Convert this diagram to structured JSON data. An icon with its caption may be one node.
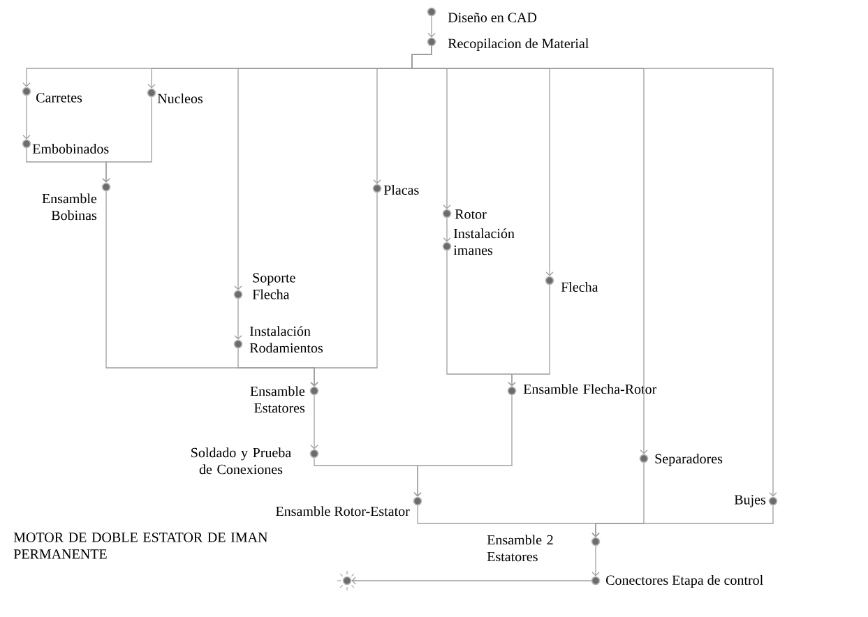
{
  "diagram": {
    "nodes": [
      {
        "text": [
          "Diseño en CAD"
        ]
      },
      {
        "text": [
          "Recopilacion de Material"
        ]
      },
      {
        "text": [
          "Carretes"
        ]
      },
      {
        "text": [
          "Nucleos"
        ]
      },
      {
        "text": [
          "Embobinados"
        ]
      },
      {
        "text": [
          "Ensamble Bobinas"
        ]
      },
      {
        "text": [
          "Placas"
        ]
      },
      {
        "text": [
          "Rotor"
        ]
      },
      {
        "text": [
          "Soporte Flecha"
        ]
      },
      {
        "text": [
          "Instalación imanes"
        ]
      },
      {
        "text": [
          "Flecha"
        ]
      },
      {
        "text": [
          "Instalación Rodamientos"
        ]
      },
      {
        "text": [
          "Ensamble Estatores"
        ]
      },
      {
        "text": [
          "Ensamble Flecha-Rotor"
        ]
      },
      {
        "text": [
          "Soldado y Prueba de Conexiones"
        ]
      },
      {
        "text": [
          "Separadores"
        ]
      },
      {
        "text": [
          "Ensamble Rotor-Estator"
        ]
      },
      {
        "text": [
          "Bujes"
        ]
      },
      {
        "text": [
          "Ensamble 2 Estatores"
        ]
      },
      {
        "text": [
          "Conectores Etapa de control"
        ]
      },
      {
        "text": [
          "MOTOR DE DOBLE ESTATOR DE IMAN PERMANENTE"
        ]
      }
    ],
    "edges": [
      {
        "from": 0,
        "to": 1,
        "arrow": "to"
      },
      {
        "from": 1,
        "to": 2,
        "arrow": "to"
      },
      {
        "from": 1,
        "to": 3,
        "arrow": "to"
      },
      {
        "from": 1,
        "to": 8,
        "arrow": "to"
      },
      {
        "from": 1,
        "to": 6,
        "arrow": "to"
      },
      {
        "from": 1,
        "to": 7,
        "arrow": "to"
      },
      {
        "from": 1,
        "to": 10,
        "arrow": "to"
      },
      {
        "from": 1,
        "to": 15,
        "arrow": "to"
      },
      {
        "from": 1,
        "to": 17,
        "arrow": "to"
      },
      {
        "from": 2,
        "to": 4,
        "arrow": "to"
      },
      {
        "from": 3,
        "to": 5,
        "arrow": "to"
      },
      {
        "from": 4,
        "to": 5,
        "arrow": "to"
      },
      {
        "from": 5,
        "to": 12,
        "arrow": "to"
      },
      {
        "from": 11,
        "to": 12,
        "arrow": "to"
      },
      {
        "from": 6,
        "to": 12,
        "arrow": "to"
      },
      {
        "from": 8,
        "to": 11,
        "arrow": "to"
      },
      {
        "from": 7,
        "to": 9,
        "arrow": "to"
      },
      {
        "from": 9,
        "to": 13,
        "arrow": "to"
      },
      {
        "from": 10,
        "to": 13,
        "arrow": "to"
      },
      {
        "from": 12,
        "to": 14,
        "arrow": "to"
      },
      {
        "from": 14,
        "to": 16,
        "arrow": "to"
      },
      {
        "from": 13,
        "to": 16,
        "arrow": "to"
      },
      {
        "from": 16,
        "to": 18,
        "arrow": "to"
      },
      {
        "from": 15,
        "to": 18,
        "arrow": "to"
      },
      {
        "from": 17,
        "to": 18,
        "arrow": "to"
      },
      {
        "from": 18,
        "to": 19,
        "arrow": "to"
      },
      {
        "from": 19,
        "to": 20,
        "arrow": "to"
      }
    ]
  }
}
